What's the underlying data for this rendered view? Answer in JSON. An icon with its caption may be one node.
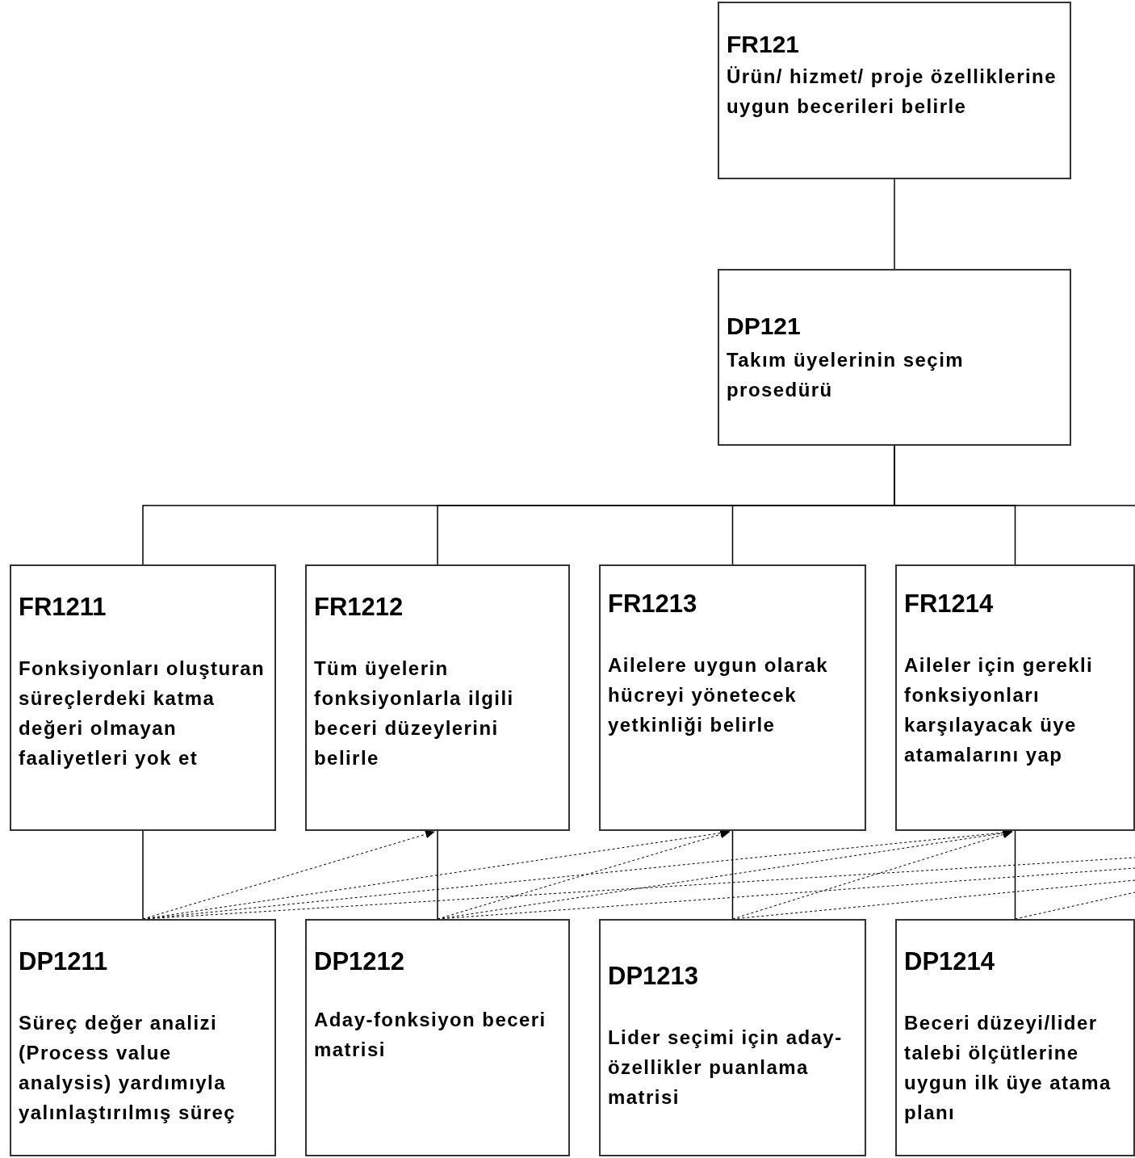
{
  "diagram": {
    "nodes": [
      {
        "text": [
          "FR121",
          "Ürün/ hizmet/ proje özelliklerine uygun becerileri belirle"
        ]
      },
      {
        "text": [
          "DP121",
          "Takım üyelerinin seçim prosedürü"
        ]
      },
      {
        "text": [
          "FR1211",
          "Fonksiyonları oluşturan süreçlerdeki katma değeri olmayan faaliyetleri yok et"
        ]
      },
      {
        "text": [
          "FR1212",
          "Tüm üyelerin fonksiyonlarla ilgili beceri düzeylerini belirle"
        ]
      },
      {
        "text": [
          "FR1213",
          "Ailelere uygun olarak hücreyi yönetecek yetkinliği belirle"
        ]
      },
      {
        "text": [
          "FR1214",
          "Aileler için gerekli fonksiyonları karşılayacak üye atamalarını yap"
        ]
      },
      {
        "text": [
          "DP1211",
          "Süreç değer analizi (Process value analysis) yardımıyla yalınlaştırılmış süreç"
        ]
      },
      {
        "text": [
          "DP1212",
          "Aday-fonksiyon beceri matrisi"
        ]
      },
      {
        "text": [
          "DP1213",
          "Lider seçimi için aday-özellikler puanlama matrisi"
        ]
      },
      {
        "text": [
          "DP1214",
          "Beceri düzeyi/lider talebi ölçütlerine uygun ilk üye atama planı"
        ]
      }
    ],
    "edges": [
      {
        "from": 0,
        "to": 1,
        "arrow": "none"
      },
      {
        "from": 1,
        "to": 2,
        "arrow": "none"
      },
      {
        "from": 1,
        "to": 3,
        "arrow": "none"
      },
      {
        "from": 1,
        "to": 4,
        "arrow": "none"
      },
      {
        "from": 1,
        "to": 5,
        "arrow": "none"
      },
      {
        "from": 1,
        "to": null,
        "arrow": "none"
      },
      {
        "from": 2,
        "to": 6,
        "arrow": "none"
      },
      {
        "from": 3,
        "to": 7,
        "arrow": "none"
      },
      {
        "from": 4,
        "to": 8,
        "arrow": "none"
      },
      {
        "from": 5,
        "to": 9,
        "arrow": "none"
      },
      {
        "from": 6,
        "to": 3,
        "arrow": "to",
        "style": "dashed"
      },
      {
        "from": 6,
        "to": 4,
        "arrow": "to",
        "style": "dashed"
      },
      {
        "from": 6,
        "to": 5,
        "arrow": "to",
        "style": "dashed"
      },
      {
        "from": 6,
        "to": null,
        "arrow": "none",
        "style": "dashed"
      },
      {
        "from": 7,
        "to": 4,
        "arrow": "to",
        "style": "dashed"
      },
      {
        "from": 7,
        "to": 5,
        "arrow": "to",
        "style": "dashed"
      },
      {
        "from": 7,
        "to": null,
        "arrow": "none",
        "style": "dashed"
      },
      {
        "from": 8,
        "to": 5,
        "arrow": "to",
        "style": "dashed"
      },
      {
        "from": 8,
        "to": null,
        "arrow": "none",
        "style": "dashed"
      },
      {
        "from": 9,
        "to": null,
        "arrow": "none",
        "style": "dashed"
      }
    ]
  }
}
